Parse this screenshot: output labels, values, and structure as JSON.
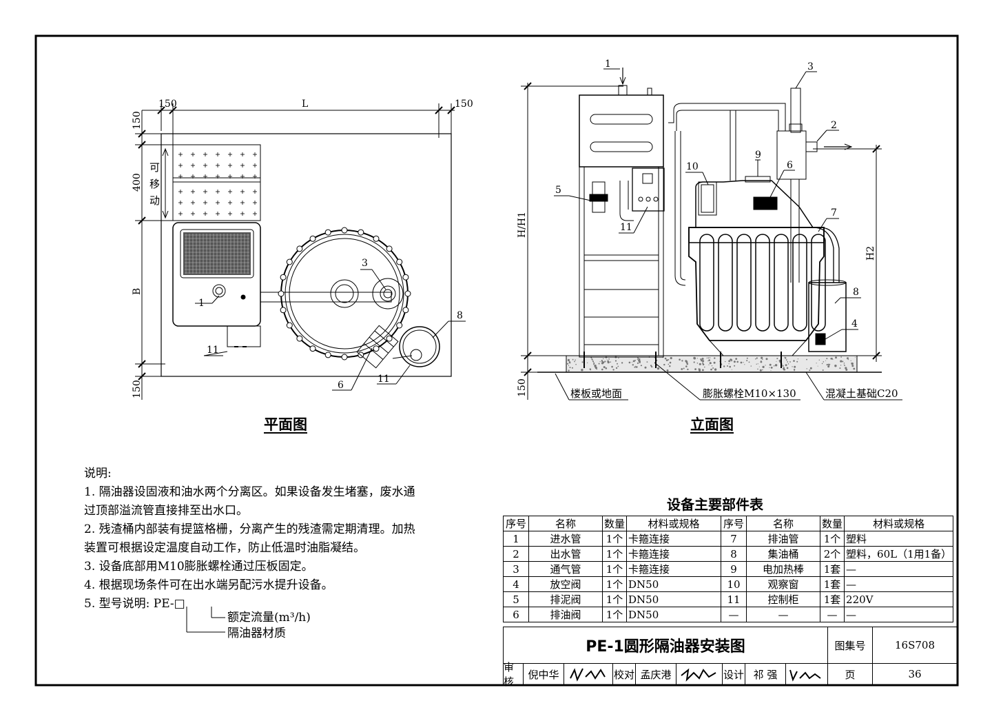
{
  "plan": {
    "caption": "平面图",
    "dims": {
      "left_150": "150",
      "L": "L",
      "right_150": "150",
      "top_150": "150",
      "h_400": "400",
      "B": "B",
      "bottom_150": "150"
    },
    "movable": [
      "可",
      "移",
      "动"
    ],
    "callouts": [
      "1",
      "3",
      "6",
      "8",
      "11",
      "11"
    ]
  },
  "elevation": {
    "caption": "立面图",
    "dims": {
      "H_H1": "H/H1",
      "H2": "H2",
      "bottom_150": "150"
    },
    "callouts": [
      "1",
      "2",
      "3",
      "4",
      "5",
      "6",
      "7",
      "8",
      "9",
      "10",
      "11"
    ],
    "labels": {
      "floor": "楼板或地面",
      "bolt": "膨胀螺栓M10×130",
      "base": "混凝土基础C20"
    }
  },
  "notes": {
    "heading": "说明:",
    "lines": [
      "1. 隔油器设固液和油水两个分离区。如果设备发生堵塞，废水通",
      "   过顶部溢流管直接排至出水口。",
      "2. 残渣桶内部装有提篮格栅，分离产生的残渣需定期清理。加热",
      "   装置可根据设定温度自动工作，防止低温时油脂凝结。",
      "3. 设备底部用M10膨胀螺栓通过压板固定。",
      "4. 根据现场条件可在出水端另配污水提升设备。",
      "5. 型号说明:  PE-□"
    ],
    "model_flow": "额定流量(m³/h)",
    "model_material": "隔油器材质"
  },
  "parts_table": {
    "title": "设备主要部件表",
    "headers": [
      "序号",
      "名称",
      "数量",
      "材料或规格",
      "序号",
      "名称",
      "数量",
      "材料或规格"
    ],
    "rows": [
      [
        "1",
        "进水管",
        "1个",
        "卡箍连接",
        "7",
        "排油管",
        "1个",
        "塑料"
      ],
      [
        "2",
        "出水管",
        "1个",
        "卡箍连接",
        "8",
        "集油桶",
        "2个",
        "塑料，60L（1用1备）"
      ],
      [
        "3",
        "通气管",
        "1个",
        "卡箍连接",
        "9",
        "电加热棒",
        "1套",
        "—"
      ],
      [
        "4",
        "放空阀",
        "1个",
        "DN50",
        "10",
        "观察窗",
        "1套",
        "—"
      ],
      [
        "5",
        "排泥阀",
        "1个",
        "DN50",
        "11",
        "控制柜",
        "1套",
        "220V"
      ],
      [
        "6",
        "排油阀",
        "1个",
        "DN50",
        "—",
        "—",
        "—",
        "—"
      ]
    ]
  },
  "title_block": {
    "title": "PE-1圆形隔油器安装图",
    "atlas_label": "图集号",
    "atlas_no": "16S708",
    "review_label": "审核",
    "reviewer": "倪中华",
    "check_label": "校对",
    "checker": "孟庆港",
    "design_label": "设计",
    "designer": "祁  强",
    "page_label": "页",
    "page_no": "36"
  }
}
